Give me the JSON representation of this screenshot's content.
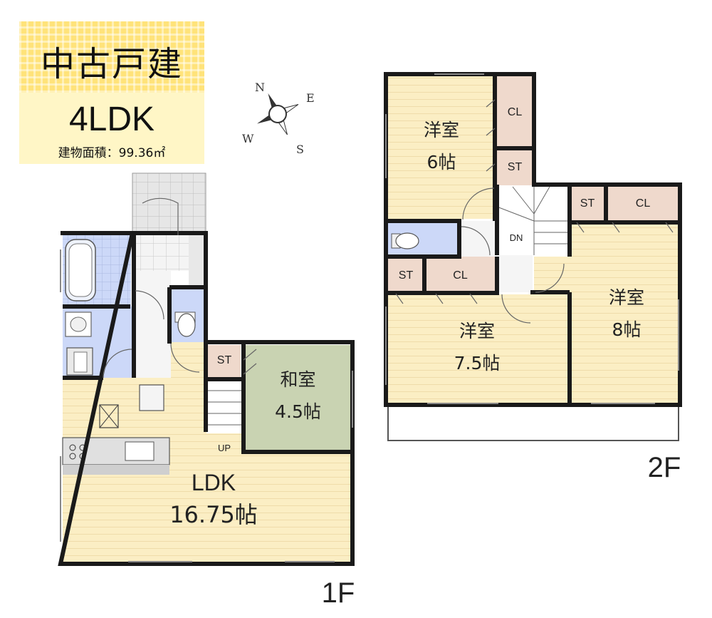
{
  "badge": {
    "title": "中古戸建",
    "layout": "4LDK",
    "area_label": "建物面積：99.36㎡"
  },
  "compass": {
    "n": "N",
    "e": "E",
    "s": "S",
    "w": "W"
  },
  "floors": {
    "first": {
      "label": "1F",
      "ldk_name": "LDK",
      "ldk_size": "16.75帖",
      "washitsu_name": "和室",
      "washitsu_size": "4.5帖",
      "st": "ST",
      "up": "UP"
    },
    "second": {
      "label": "2F",
      "room_a_name": "洋室",
      "room_a_size": "6帖",
      "room_b_name": "洋室",
      "room_b_size": "7.5帖",
      "room_c_name": "洋室",
      "room_c_size": "8帖",
      "cl_1": "CL",
      "st_1": "ST",
      "st_2": "ST",
      "cl_2": "CL",
      "st_3": "ST",
      "cl_3": "CL",
      "dn": "DN"
    }
  },
  "colors": {
    "wall": "#1a1a1a",
    "flooring": "#fbeec4",
    "washitsu": "#c9d3b2",
    "wet_area": "#ccd8f8",
    "storage": "#efd9cc",
    "hall": "#f2f2f2",
    "badge_top": "#ffe37a",
    "badge_bottom": "#fff6c6"
  }
}
